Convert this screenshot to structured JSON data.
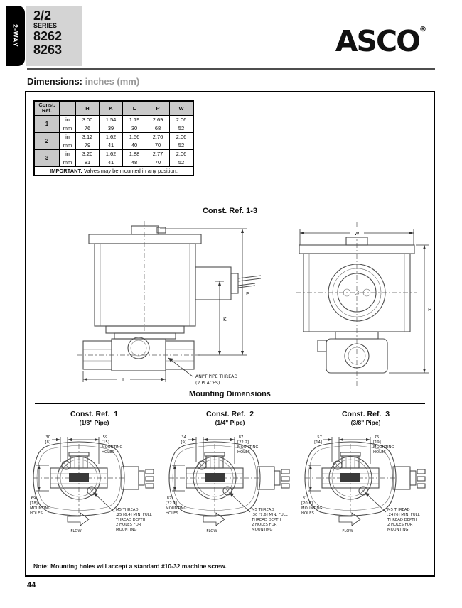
{
  "header": {
    "side_tab": "2-WAY",
    "series": {
      "fraction": "2/2",
      "word": "SERIES",
      "model_1": "8262",
      "model_2": "8263"
    },
    "logo": {
      "text": "ASCO",
      "reg": "®"
    }
  },
  "section_heading": {
    "bold": "Dimensions:",
    "units": " inches (mm)"
  },
  "dim_table": {
    "ref_header": "Const.\nRef.",
    "columns": [
      "H",
      "K",
      "L",
      "P",
      "W"
    ],
    "rows": [
      {
        "ref": "1",
        "units": [
          "in",
          "mm"
        ],
        "in": [
          "3.00",
          "1.54",
          "1.19",
          "2.69",
          "2.06"
        ],
        "mm": [
          "76",
          "39",
          "30",
          "68",
          "52"
        ]
      },
      {
        "ref": "2",
        "units": [
          "in",
          "mm"
        ],
        "in": [
          "3.12",
          "1.62",
          "1.56",
          "2.76",
          "2.06"
        ],
        "mm": [
          "79",
          "41",
          "40",
          "70",
          "52"
        ]
      },
      {
        "ref": "3",
        "units": [
          "in",
          "mm"
        ],
        "in": [
          "3.20",
          "1.62",
          "1.88",
          "2.77",
          "2.06"
        ],
        "mm": [
          "81",
          "41",
          "48",
          "70",
          "52"
        ]
      }
    ],
    "important": {
      "bold": "IMPORTANT:",
      "text": " Valves may be mounted in any position."
    }
  },
  "main_drawing": {
    "title": "Const. Ref. 1-3",
    "dim_p": "P",
    "dim_k": "K",
    "dim_l": "L",
    "dim_w": "W",
    "dim_h": "H",
    "callout": [
      "ANPT PIPE THREAD",
      "(2 PLACES)"
    ]
  },
  "mounting": {
    "title": "Mounting Dimensions",
    "drawings": [
      {
        "title": "Const. Ref.  1",
        "pipe": "(1/8\" Pipe)",
        "top_left": [
          ".30",
          "[8]"
        ],
        "top_right": [
          ".59",
          "[15]",
          "MOUNTING",
          "HOLES"
        ],
        "left": [
          ".69",
          "[18]",
          "MOUNTING",
          "HOLES"
        ],
        "flow": "FLOW",
        "thread": [
          "M5 THREAD",
          ".25 [6.4] MIN. FULL",
          "THREAD DEPTH,",
          "2 HOLES FOR",
          "MOUNTING"
        ]
      },
      {
        "title": "Const. Ref.  2",
        "pipe": "(1/4\" Pipe)",
        "top_left": [
          ".34",
          "[9]"
        ],
        "top_right": [
          ".87",
          "[22.2]",
          "MOUNTING",
          "HOLES"
        ],
        "left": [
          ".87",
          "[22.2]",
          "MOUNTING",
          "HOLES"
        ],
        "flow": "FLOW",
        "thread": [
          "M5 THREAD",
          ".30 [7.6] MIN. FULL",
          "THREAD DEPTH",
          "2 HOLES FOR",
          "MOUNTING"
        ]
      },
      {
        "title": "Const. Ref.  3",
        "pipe": "(3/8\" Pipe)",
        "top_left": [
          ".57",
          "[14]"
        ],
        "top_right": [
          ".75",
          "[19]",
          "MOUNTING",
          "HOLES"
        ],
        "left": [
          ".81",
          "[20.6]",
          "MOUNTING",
          "HOLES"
        ],
        "flow": "FLOW",
        "thread": [
          "M5 THREAD",
          ".24 [6] MIN. FULL",
          "THREAD DEPTH",
          "2 HOLES FOR",
          "MOUNTING"
        ]
      }
    ]
  },
  "footer_note": {
    "bold": "Note:",
    "text": " Mounting holes will accept a standard #10-32 machine screw."
  },
  "page_number": "44"
}
